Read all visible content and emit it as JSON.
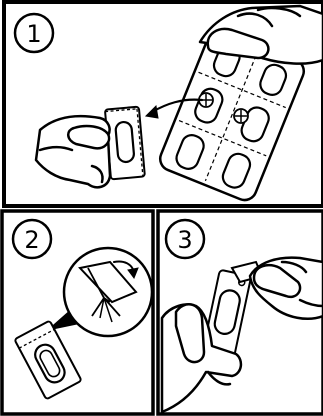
{
  "panels": [
    {
      "number": "1"
    },
    {
      "number": "2"
    },
    {
      "number": "3"
    }
  ],
  "colors": {
    "line": "#000000",
    "background": "#ffffff"
  }
}
